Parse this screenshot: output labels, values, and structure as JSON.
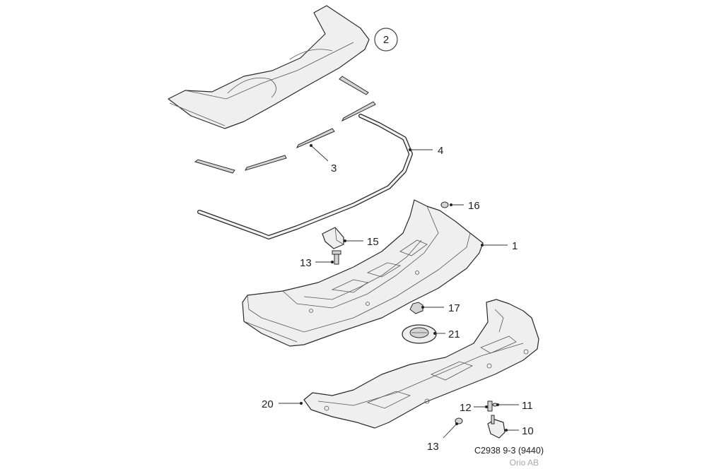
{
  "diagram": {
    "callouts": {
      "c1": "1",
      "c2": "2",
      "c3": "3",
      "c4": "4",
      "c10": "10",
      "c11": "11",
      "c12": "12",
      "c13a": "13",
      "c13b": "13",
      "c15": "15",
      "c16": "16",
      "c17": "17",
      "c20": "20",
      "c21": "21"
    },
    "caption": "C2938 9-3 (9440)",
    "copyright": "Orio AB"
  }
}
